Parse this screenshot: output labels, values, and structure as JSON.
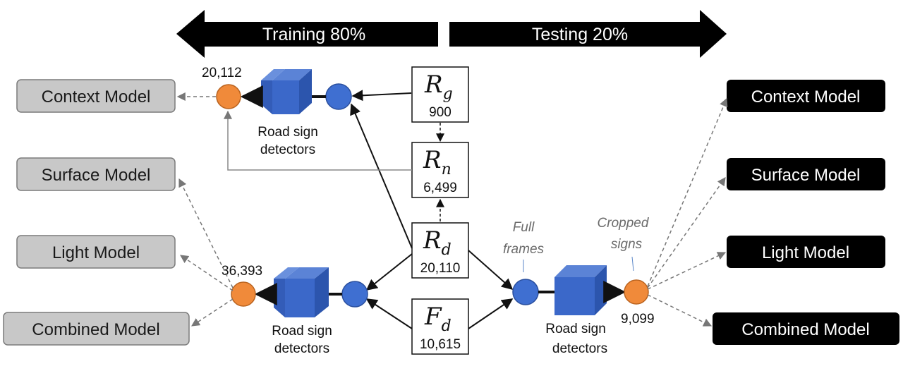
{
  "arrows": {
    "training": "Training 80%",
    "testing": "Testing 20%"
  },
  "datasets": [
    {
      "symbol": "R",
      "subscript": "g",
      "count": "900"
    },
    {
      "symbol": "R",
      "subscript": "n",
      "count": "6,499"
    },
    {
      "symbol": "R",
      "subscript": "d",
      "count": "20,110"
    },
    {
      "symbol": "F",
      "subscript": "d",
      "count": "10,615"
    }
  ],
  "training": {
    "top_count": "20,112",
    "bottom_count": "36,393",
    "detector_line1": "Road sign",
    "detector_line2": "detectors",
    "models": [
      "Context Model",
      "Surface Model",
      "Light Model",
      "Combined Model"
    ]
  },
  "testing": {
    "full_frames_line1": "Full",
    "full_frames_line2": "frames",
    "cropped_line1": "Cropped",
    "cropped_line2": "signs",
    "count": "9,099",
    "detector_line1": "Road sign",
    "detector_line2": "detectors",
    "models": [
      "Context Model",
      "Surface Model",
      "Light Model",
      "Combined Model"
    ]
  },
  "colors": {
    "training_box": "#c8c8c8",
    "testing_box": "#000000",
    "blue_node": "#3f6fd1",
    "orange_node": "#f08a3a",
    "cube_front": "#3b68c9"
  }
}
